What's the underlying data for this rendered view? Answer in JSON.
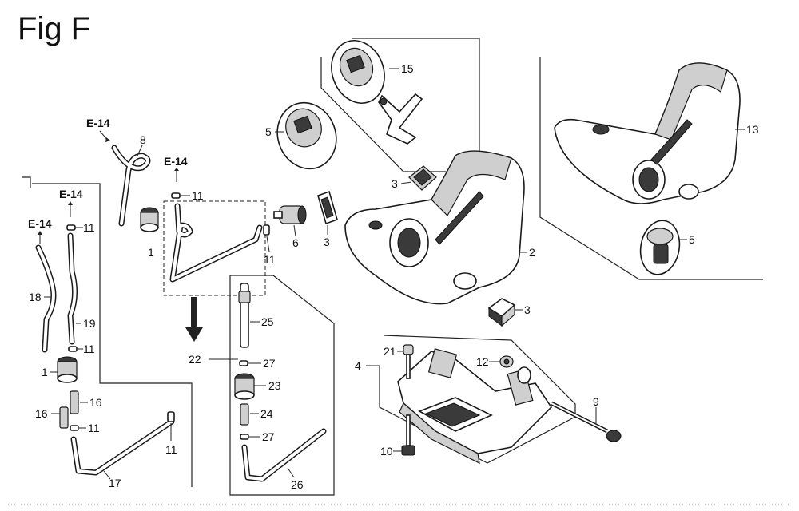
{
  "title": "Fig F",
  "external_refs": [
    "E-14",
    "E-14",
    "E-14",
    "E-14"
  ],
  "callouts": [
    {
      "name": "part-label-8",
      "text": "8"
    },
    {
      "name": "part-label-11-a",
      "text": "11"
    },
    {
      "name": "part-label-11-b",
      "text": "11"
    },
    {
      "name": "part-label-1-a",
      "text": "1"
    },
    {
      "name": "part-label-11-c",
      "text": "11"
    },
    {
      "name": "part-label-6",
      "text": "6"
    },
    {
      "name": "part-label-3-a",
      "text": "3"
    },
    {
      "name": "part-label-5-a",
      "text": "5"
    },
    {
      "name": "part-label-15",
      "text": "15"
    },
    {
      "name": "part-label-3-b",
      "text": "3"
    },
    {
      "name": "part-label-2",
      "text": "2"
    },
    {
      "name": "part-label-13",
      "text": "13"
    },
    {
      "name": "part-label-5-b",
      "text": "5"
    },
    {
      "name": "part-label-3-c",
      "text": "3"
    },
    {
      "name": "part-label-18",
      "text": "18"
    },
    {
      "name": "part-label-19",
      "text": "19"
    },
    {
      "name": "part-label-11-d",
      "text": "11"
    },
    {
      "name": "part-label-1-b",
      "text": "1"
    },
    {
      "name": "part-label-16-a",
      "text": "16"
    },
    {
      "name": "part-label-16-b",
      "text": "16"
    },
    {
      "name": "part-label-11-e",
      "text": "11"
    },
    {
      "name": "part-label-11-f",
      "text": "11"
    },
    {
      "name": "part-label-17",
      "text": "17"
    },
    {
      "name": "part-label-25",
      "text": "25"
    },
    {
      "name": "part-label-22",
      "text": "22"
    },
    {
      "name": "part-label-27-a",
      "text": "27"
    },
    {
      "name": "part-label-23",
      "text": "23"
    },
    {
      "name": "part-label-24",
      "text": "24"
    },
    {
      "name": "part-label-27-b",
      "text": "27"
    },
    {
      "name": "part-label-26",
      "text": "26"
    },
    {
      "name": "part-label-4",
      "text": "4"
    },
    {
      "name": "part-label-21",
      "text": "21"
    },
    {
      "name": "part-label-12",
      "text": "12"
    },
    {
      "name": "part-label-9",
      "text": "9"
    },
    {
      "name": "part-label-10",
      "text": "10"
    }
  ]
}
